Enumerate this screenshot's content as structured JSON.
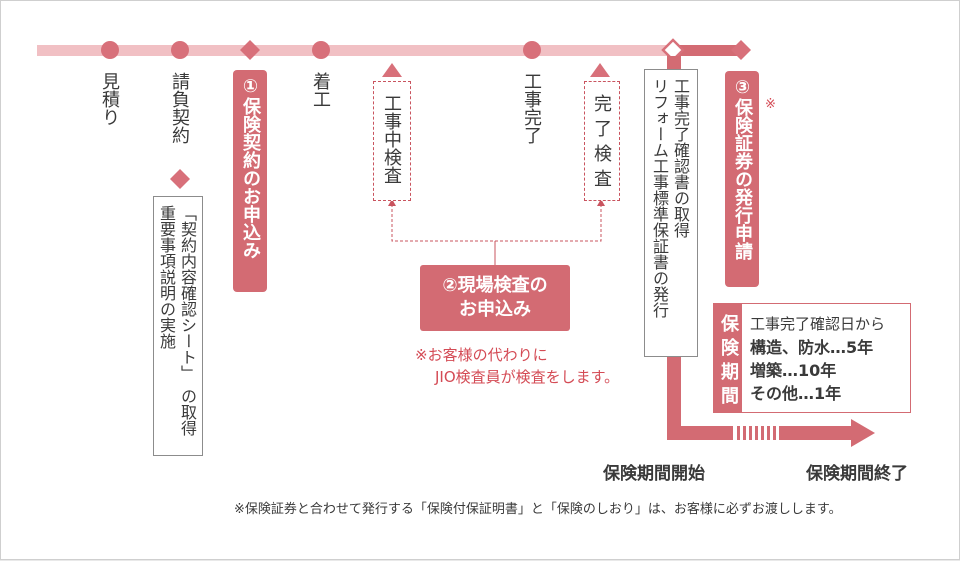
{
  "colors": {
    "line_light": "#f1c0c4",
    "line_dark": "#d36b73",
    "node": "#d8707a",
    "accent": "#d44b55",
    "text": "#3a3a3a"
  },
  "steps": {
    "estimate": "見積り",
    "contract": "請負契約",
    "contract_doc": "「契約内容確認シート」",
    "contract_doc_action": "の取得",
    "contract_note": "重要事項説明の実施",
    "apply_insurance": "①保険契約のお申込み",
    "start_work": "着工",
    "mid_inspection": "工事中検査",
    "work_complete": "工事完了",
    "final_inspection": "完了検査",
    "completion_doc_1": "工事完了確認書の取得",
    "completion_doc_2": "リフォーム工事標準保証書の発行",
    "issue_certificate": "③保険証券の発行申請",
    "issue_certificate_mark": "※"
  },
  "inspection_apply": {
    "line1": "②現場検査の",
    "line2": "お申込み"
  },
  "inspection_note": {
    "line1": "※お客様の代わりに",
    "line2": "JIO検査員が検査をします。"
  },
  "coverage": {
    "title": "保険期間",
    "from": "工事完了確認日から",
    "items": [
      "構造、防水…5年",
      "増築…10年",
      "その他…1年"
    ]
  },
  "period_start": "保険期間開始",
  "period_end": "保険期間終了",
  "footnote": "※保険証券と合わせて発行する「保険付保証明書」と「保険のしおり」は、お客様に必ずお渡しします。"
}
